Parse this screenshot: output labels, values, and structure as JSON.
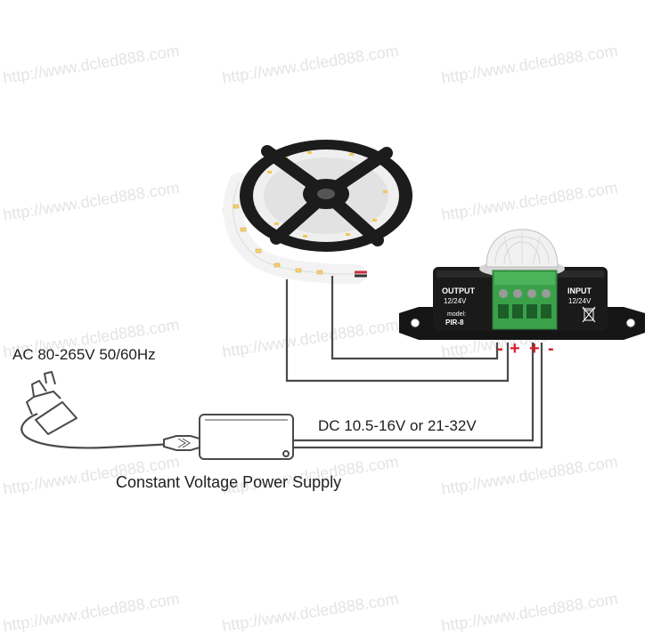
{
  "watermark": "http://www.dcled888.com",
  "labels": {
    "ac_input": "AC 80-265V 50/60Hz",
    "dc_output": "DC 10.5-16V or 21-32V",
    "power_supply": "Constant Voltage Power Supply"
  },
  "controller": {
    "output_label": "OUTPUT",
    "output_voltage": "12/24V",
    "model_label": "model:",
    "model": "PIR-8",
    "input_label": "INPUT",
    "input_voltage": "12/24V"
  },
  "terminals": [
    "-",
    "+",
    "+",
    "-"
  ],
  "colors": {
    "wire": "#4a4a4a",
    "terminal_sign": "#d8202a",
    "terminal_block": "#3aa14a",
    "controller_body": "#1a1a1a"
  }
}
